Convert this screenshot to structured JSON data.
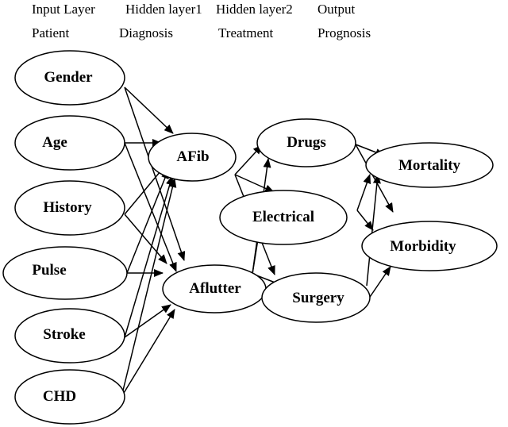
{
  "header": {
    "layers": [
      "Input Layer",
      "Hidden layer1",
      "Hidden layer2",
      "Output"
    ],
    "roles": [
      "Patient",
      "Diagnosis",
      "Treatment",
      "Prognosis"
    ]
  },
  "nodes": {
    "gender": "Gender",
    "age": "Age",
    "history": "History",
    "pulse": "Pulse",
    "stroke": "Stroke",
    "chd": "CHD",
    "afib": "AFib",
    "aflutter": "Aflutter",
    "drugs": "Drugs",
    "electrical": "Electrical",
    "surgery": "Surgery",
    "mortality": "Mortality",
    "morbidity": "Morbidity"
  },
  "colors": {
    "stroke": "#000000",
    "background": "#ffffff"
  }
}
